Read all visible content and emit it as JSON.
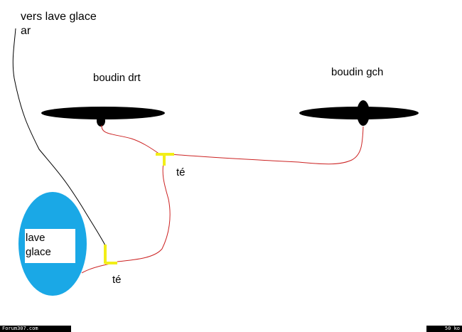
{
  "labels": {
    "top_note_line1": "vers lave glace",
    "top_note_line2": "ar",
    "right_hose": "boudin drt",
    "left_hose": "boudin gch",
    "tee_upper": "té",
    "tee_lower": "té",
    "washer_line1": "lave",
    "washer_line2": "glace"
  },
  "footer": {
    "site": "Forum307.com",
    "size": "50 ko"
  },
  "colors": {
    "washer_reservoir": "#1aa8e6",
    "tee": "#f2ee18",
    "red_hose": "#cc2222",
    "black_hose": "#000000"
  }
}
